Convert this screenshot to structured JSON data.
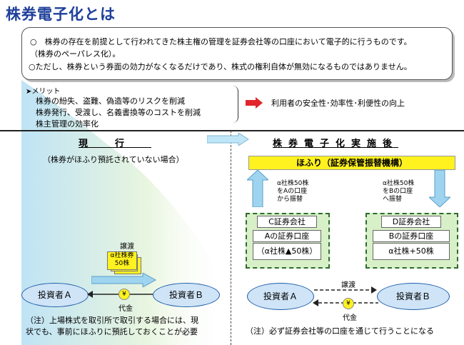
{
  "title": "株券電子化とは",
  "intro": {
    "line1": "○　株券の存在を前提として行われてきた株主権の管理を証券会社等の口座において電子的に行うものです。",
    "line2": "（株券のペーパレス化）。",
    "line3": "○ただし、株券という券面の効力がなくなるだけであり、株式の権利自体が無効になるものではありません。"
  },
  "merit": {
    "label": "メリット",
    "items": [
      "株券の紛失、盗難、偽造等のリスクを削減",
      "株券発行、受渡し、名義書換等のコストを削減",
      "株主管理の効率化"
    ],
    "effect": "利用者の安全性･効率性･利便性の向上"
  },
  "current": {
    "heading": "現行",
    "subnote": "（株券がほふり預託されていない場合）",
    "transfer_label": "譲渡",
    "certificate_line1": "α社株券",
    "certificate_line2": "50株",
    "investor_a": "投資者Ａ",
    "investor_b": "投資者Ｂ",
    "money_label": "代金",
    "money_symbol": "¥",
    "footnote_line1": "（注）上場株式を取引所で取引する場合には、現",
    "footnote_line2": "状でも、事前にほふりに預託しておくことが必要"
  },
  "after": {
    "heading": "株券電子化実施後",
    "jasdec": "ほふり（証券保管振替機構）",
    "note_left_1": "α社株50株",
    "note_left_2": "をAの口座",
    "note_left_3": "から振替",
    "note_right_1": "α社株50株",
    "note_right_2": "をBの口座",
    "note_right_3": "へ振替",
    "company_c": "C証券会社",
    "account_a": "Aの証券口座",
    "holding_a": "（α社株▲50株）",
    "company_d": "D証券会社",
    "account_b": "Bの証券口座",
    "holding_b": "α社株+50株",
    "investor_a": "投資者Ａ",
    "investor_b": "投資者Ｂ",
    "transfer_label": "譲渡",
    "money_label": "代金",
    "money_symbol": "¥",
    "footnote": "（注）必ず証券会社等の口座を通じて行うことになる"
  },
  "colors": {
    "title": "#1f3f9a",
    "jasdec_fill": "#fff21f",
    "company_fill": "#d8f0c8",
    "investor_fill": "#cfe4f7",
    "effect_arrow": "#e0262b",
    "flow_arrow": "#9fd4f0"
  }
}
